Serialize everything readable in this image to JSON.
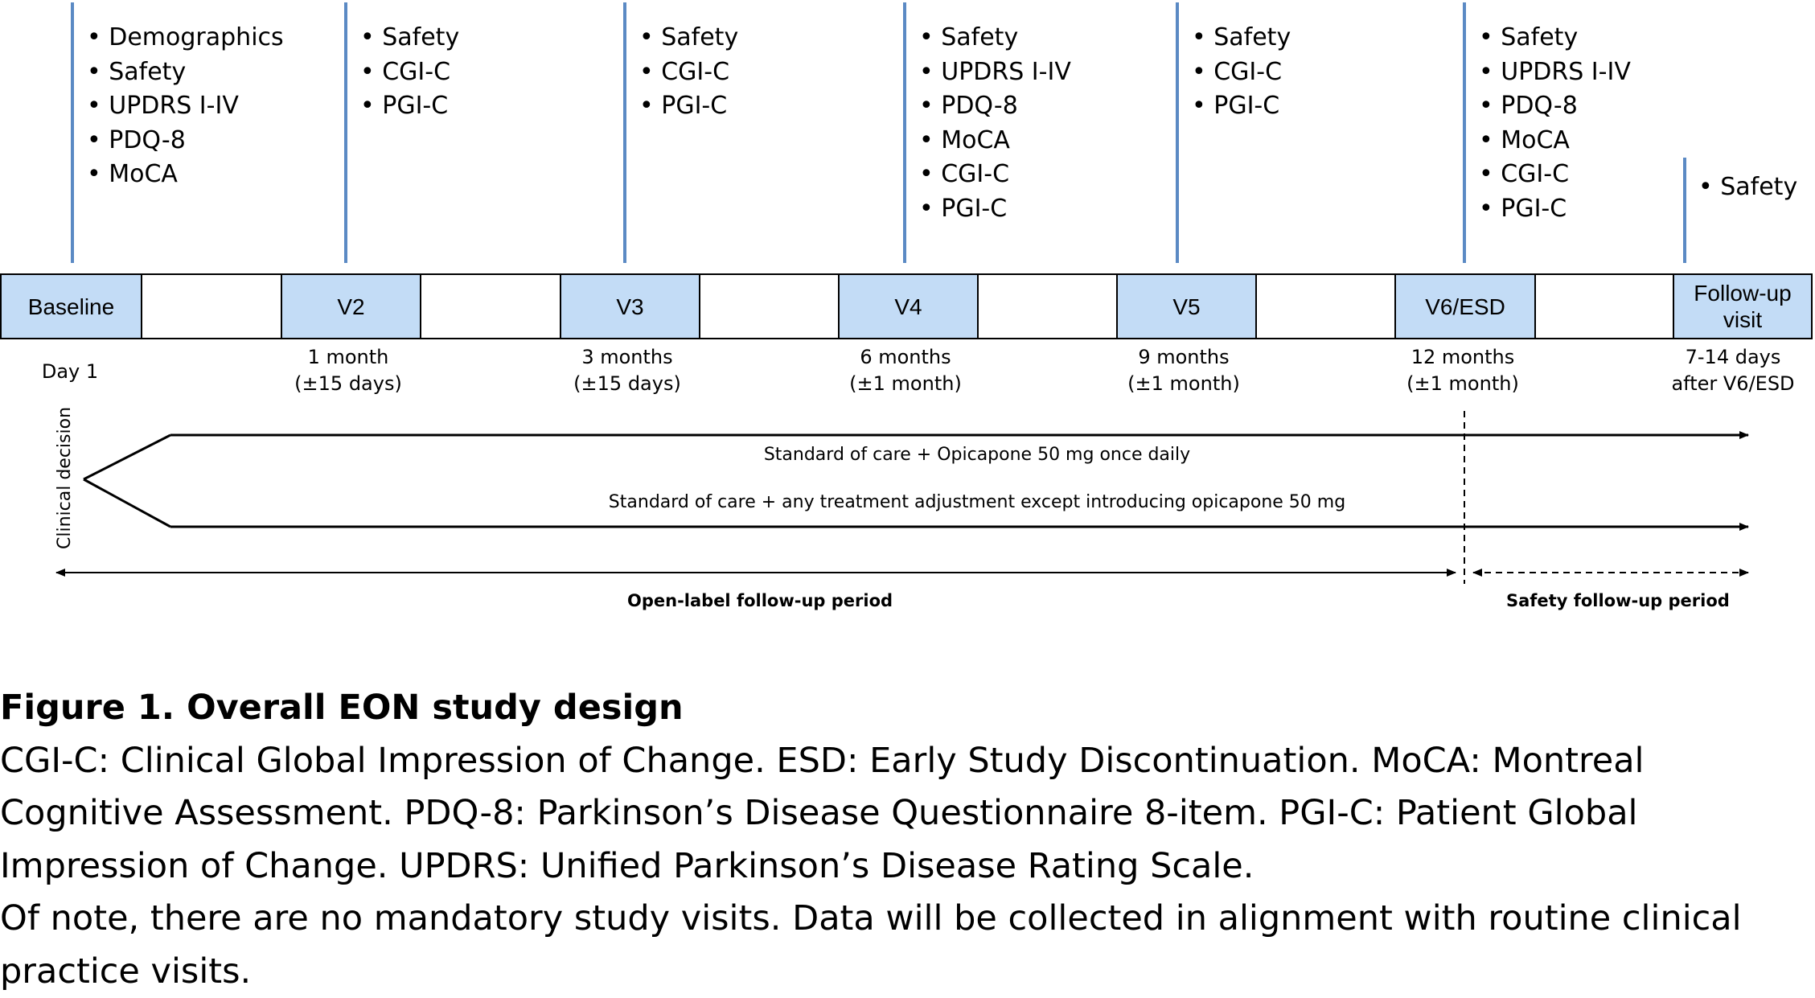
{
  "assessments": {
    "baseline": [
      "Demographics",
      "Safety",
      "UPDRS I-IV",
      "PDQ-8",
      "MoCA"
    ],
    "v2": [
      "Safety",
      "CGI-C",
      "PGI-C"
    ],
    "v3": [
      "Safety",
      "CGI-C",
      "PGI-C"
    ],
    "v4": [
      "Safety",
      "UPDRS I-IV",
      "PDQ-8",
      "MoCA",
      "CGI-C",
      "PGI-C"
    ],
    "v5": [
      "Safety",
      "CGI-C",
      "PGI-C"
    ],
    "v6": [
      "Safety",
      "UPDRS I-IV",
      "PDQ-8",
      "MoCA",
      "CGI-C",
      "PGI-C"
    ],
    "followup": [
      "Safety"
    ]
  },
  "visits": {
    "baseline": "Baseline",
    "v2": "V2",
    "v3": "V3",
    "v4": "V4",
    "v5": "V5",
    "v6": "V6/ESD",
    "followup_line1": "Follow-up",
    "followup_line2": "visit"
  },
  "timing": {
    "baseline": "Day 1",
    "v2_line1": "1 month",
    "v2_line2": "(±15 days)",
    "v3_line1": "3 months",
    "v3_line2": "(±15 days)",
    "v4_line1": "6 months",
    "v4_line2": "(±1 month)",
    "v5_line1": "9 months",
    "v5_line2": "(±1 month)",
    "v6_line1": "12 months",
    "v6_line2": "(±1 month)",
    "followup_line1": "7-14 days",
    "followup_line2": "after V6/ESD"
  },
  "arms": {
    "clinical_decision": "Clinical decision",
    "arm1": "Standard of care + Opicapone 50 mg once daily",
    "arm2": "Standard of care + any treatment adjustment except introducing opicapone 50 mg"
  },
  "periods": {
    "open_label": "Open-label follow-up period",
    "safety": "Safety follow-up period"
  },
  "caption": {
    "title": "Figure 1. Overall EON study design",
    "para1": "CGI-C: Clinical Global Impression of Change. ESD: Early Study Discontinuation. MoCA: Montreal Cognitive Assessment. PDQ-8: Parkinson’s Disease Questionnaire 8-item. PGI-C: Patient Global Impression of Change. UPDRS: Unified Parkinson’s Disease Rating Scale.",
    "para2": "Of note, there are no mandatory study visits. Data will be collected in alignment with routine clinical practice visits."
  },
  "colors": {
    "visit_fill": "#c3dcf6",
    "marker_line": "#5b8ac4",
    "text": "#000000"
  }
}
